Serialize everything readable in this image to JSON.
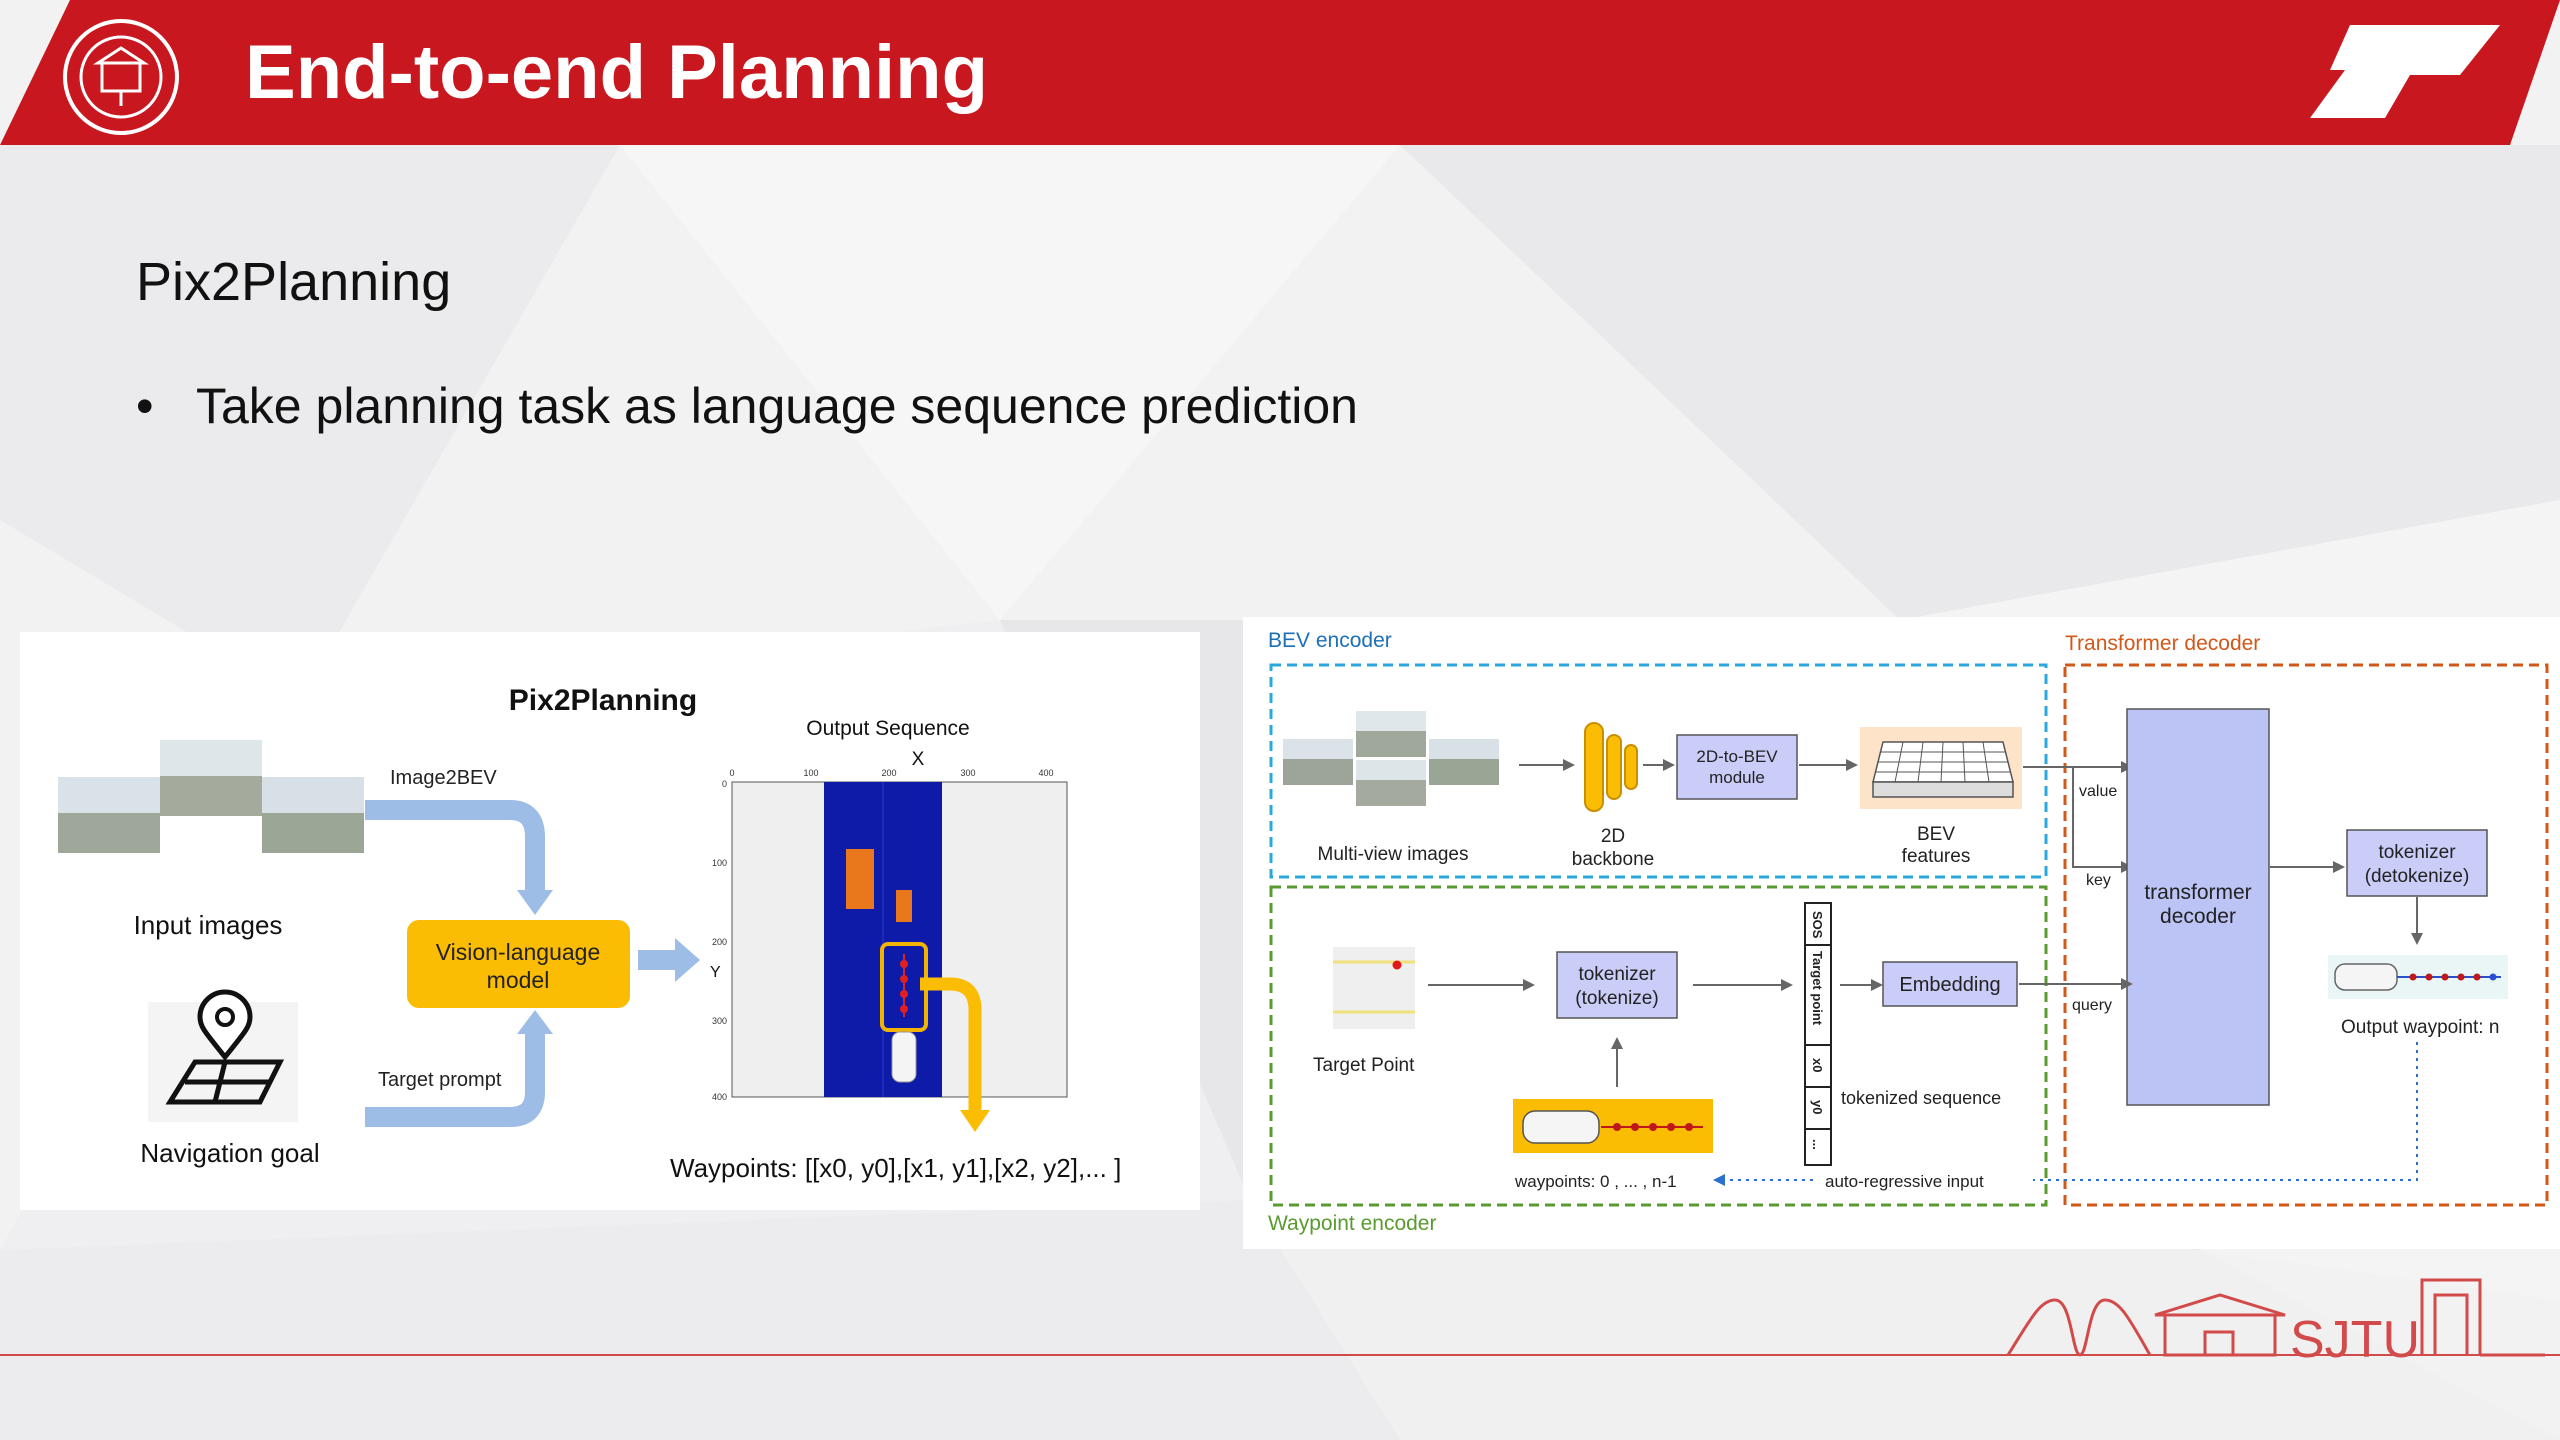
{
  "slide": {
    "title": "End-to-end Planning",
    "subtitle": "Pix2Planning",
    "bullets": [
      "Take planning task as language sequence prediction"
    ],
    "brand_color": "#c8171e",
    "footer_logo_text": "SJTU"
  },
  "left_figure": {
    "title": "Pix2Planning",
    "input_label": "Input images",
    "image2bev_label": "Image2BEV",
    "vlm_label_line1": "Vision-language",
    "vlm_label_line2": "model",
    "target_prompt_label": "Target prompt",
    "nav_goal_label": "Navigation goal",
    "output_label": "Output Sequence",
    "waypoints_label": "Waypoints: [[x0, y0],[x1, y1],[x2, y2],... ]",
    "axis_x_label": "X",
    "axis_y_label": "Y",
    "x_ticks": [
      "0",
      "100",
      "200",
      "300",
      "400"
    ],
    "y_ticks": [
      "0",
      "100",
      "200",
      "300",
      "400"
    ]
  },
  "right_figure": {
    "bev_encoder_label": "BEV encoder",
    "transformer_decoder_label": "Transformer decoder",
    "waypoint_encoder_label": "Waypoint encoder",
    "multiview_label": "Multi-view images",
    "backbone_line1": "2D",
    "backbone_line2": "backbone",
    "bev_module_line1": "2D-to-BEV",
    "bev_module_line2": "module",
    "bev_features_line1": "BEV",
    "bev_features_line2": "features",
    "value_label": "value",
    "key_label": "key",
    "query_label": "query",
    "transformer_line1": "transformer",
    "transformer_line2": "decoder",
    "detok_line1": "tokenizer",
    "detok_line2": "(detokenize)",
    "output_waypoint_label": "Output waypoint: n",
    "target_point_label": "Target Point",
    "tokenizer_line1": "tokenizer",
    "tokenizer_line2": "(tokenize)",
    "embedding_label": "Embedding",
    "seq_tokens": [
      "SOS",
      "Target point",
      "x0",
      "y0",
      "..."
    ],
    "tokenized_seq_label": "tokenized sequence",
    "waypoints_range_label": "waypoints: 0 , ... , n-1",
    "autoregressive_label": "auto-regressive input"
  }
}
